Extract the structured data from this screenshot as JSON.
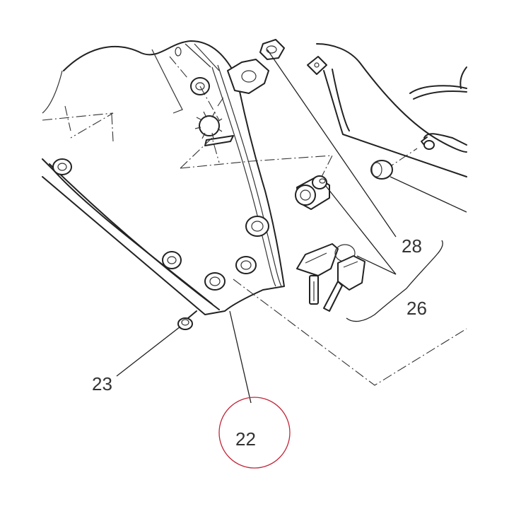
{
  "callouts": {
    "c22": "22",
    "c23": "23",
    "c26": "26",
    "c28": "28"
  },
  "highlight": {
    "target": "22",
    "color": "#c0273a"
  },
  "icons": {
    "lock_cylinder": "lock-cylinder-icon",
    "key_set": "key-icon",
    "screw": "screw-icon",
    "grommet": "rubber-grommet-icon"
  }
}
